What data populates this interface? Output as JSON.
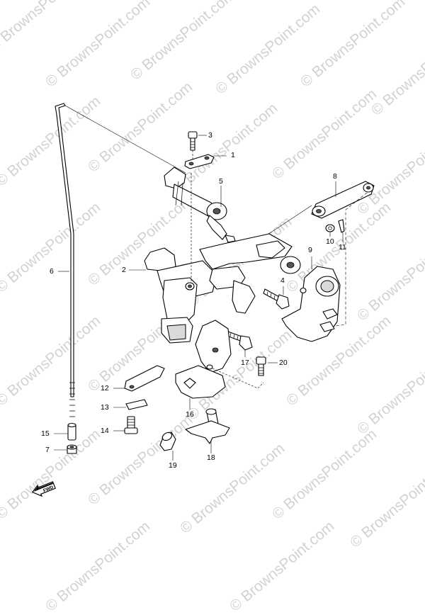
{
  "watermark": {
    "text": "© BrownsPoint.com"
  },
  "callouts": [
    {
      "id": "c1",
      "label": "1"
    },
    {
      "id": "c2",
      "label": "2"
    },
    {
      "id": "c3",
      "label": "3"
    },
    {
      "id": "c4",
      "label": "4"
    },
    {
      "id": "c5",
      "label": "5"
    },
    {
      "id": "c6",
      "label": "6"
    },
    {
      "id": "c7",
      "label": "7"
    },
    {
      "id": "c8",
      "label": "8"
    },
    {
      "id": "c9",
      "label": "9"
    },
    {
      "id": "c10",
      "label": "10"
    },
    {
      "id": "c11",
      "label": "11"
    },
    {
      "id": "c12",
      "label": "12"
    },
    {
      "id": "c13",
      "label": "13"
    },
    {
      "id": "c14",
      "label": "14"
    },
    {
      "id": "c15",
      "label": "15"
    },
    {
      "id": "c16",
      "label": "16"
    },
    {
      "id": "c17",
      "label": "17"
    },
    {
      "id": "c18",
      "label": "18"
    },
    {
      "id": "c19",
      "label": "19"
    },
    {
      "id": "c20",
      "label": "20"
    }
  ],
  "fwd_arrow": {
    "label": "FWD"
  }
}
